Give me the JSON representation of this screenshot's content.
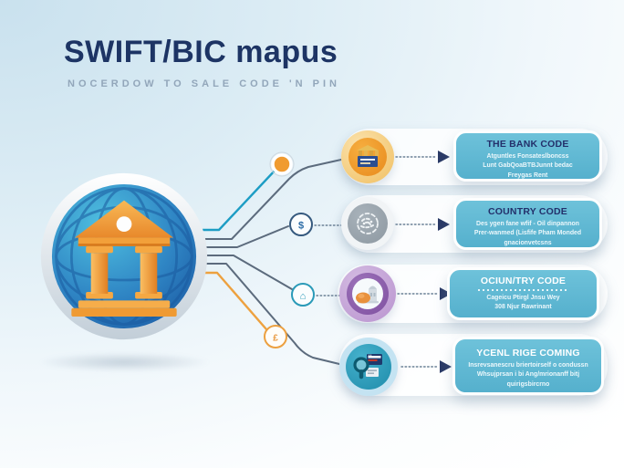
{
  "header": {
    "title": "SWIFT/BIC mapus",
    "subtitle": "NOCERDOW TO SALE CODE 'N PIN"
  },
  "hub": {
    "icon": "globe-bank-icon",
    "description": "bank building on globe"
  },
  "rows": [
    {
      "id": "bank-code",
      "icon": "bank-building-icon",
      "accent": "#ef9d2d",
      "ring": "#f6d492",
      "title": "THE BANK CODE",
      "lines": [
        "Atguntles Fonsateslboncss",
        "Lunt GabQoaBTBJunnt bedac",
        "Freygas Rent"
      ]
    },
    {
      "id": "country-code",
      "icon": "globe-emblem-icon",
      "accent": "#9aa5ad",
      "ring": "#f1f4f6",
      "title": "COUNTRY CODE",
      "lines": [
        "Des ygen fane wfif - Oil dinpannon",
        "Prer-wanmed (Lisfife Pham Monded",
        "gnacionvetcsns"
      ]
    },
    {
      "id": "location-code",
      "icon": "landmark-icon",
      "accent": "#8d60ac",
      "ring": "#c9aede",
      "title": "OCIUN/TRY CODE",
      "lines": [
        "Cageicu Ptirgl Jnsu Wey",
        "308 Njur Rawrinant"
      ]
    },
    {
      "id": "branch-code",
      "icon": "search-card-icon",
      "accent": "#2f9fbe",
      "ring": "#c4e3f2",
      "title": "YCENL RIGE COMING",
      "lines": [
        "Insrevsanescru briertoirself o condussn",
        "Whsujprsan i bi Ang/mrionanff bitj",
        "quirigsbircrno"
      ]
    }
  ],
  "connectors": {
    "dots": [
      {
        "glyph": "",
        "ring": "#ffffff",
        "fill": "#f09b30"
      },
      {
        "glyph": "$",
        "ring": "#35597e",
        "fill": "#fbfdfe"
      },
      {
        "glyph": "⌂",
        "ring": "#2a9ab8",
        "fill": "#fbfdfe"
      },
      {
        "glyph": "£",
        "ring": "#eca040",
        "fill": "#fffdf9"
      }
    ],
    "line_colors": {
      "teal": "#1d9dc4",
      "gray": "#5c6b7d",
      "orange": "#eda13f",
      "dotted": "#6a8095",
      "arrow": "#2a3a66"
    }
  },
  "colors": {
    "title": "#1d3464",
    "subtitle": "#92a6ba",
    "card_bg": "#5fb6d1",
    "card_border": "#fdfefe",
    "card_title_dark": "#23306b",
    "card_title_light": "#ffffff",
    "hub_blue": "#2a7bc0",
    "hub_bank_orange": "#f09a33",
    "background_top_left": "#c9e1ee",
    "background_bottom_right": "#ffffff"
  }
}
